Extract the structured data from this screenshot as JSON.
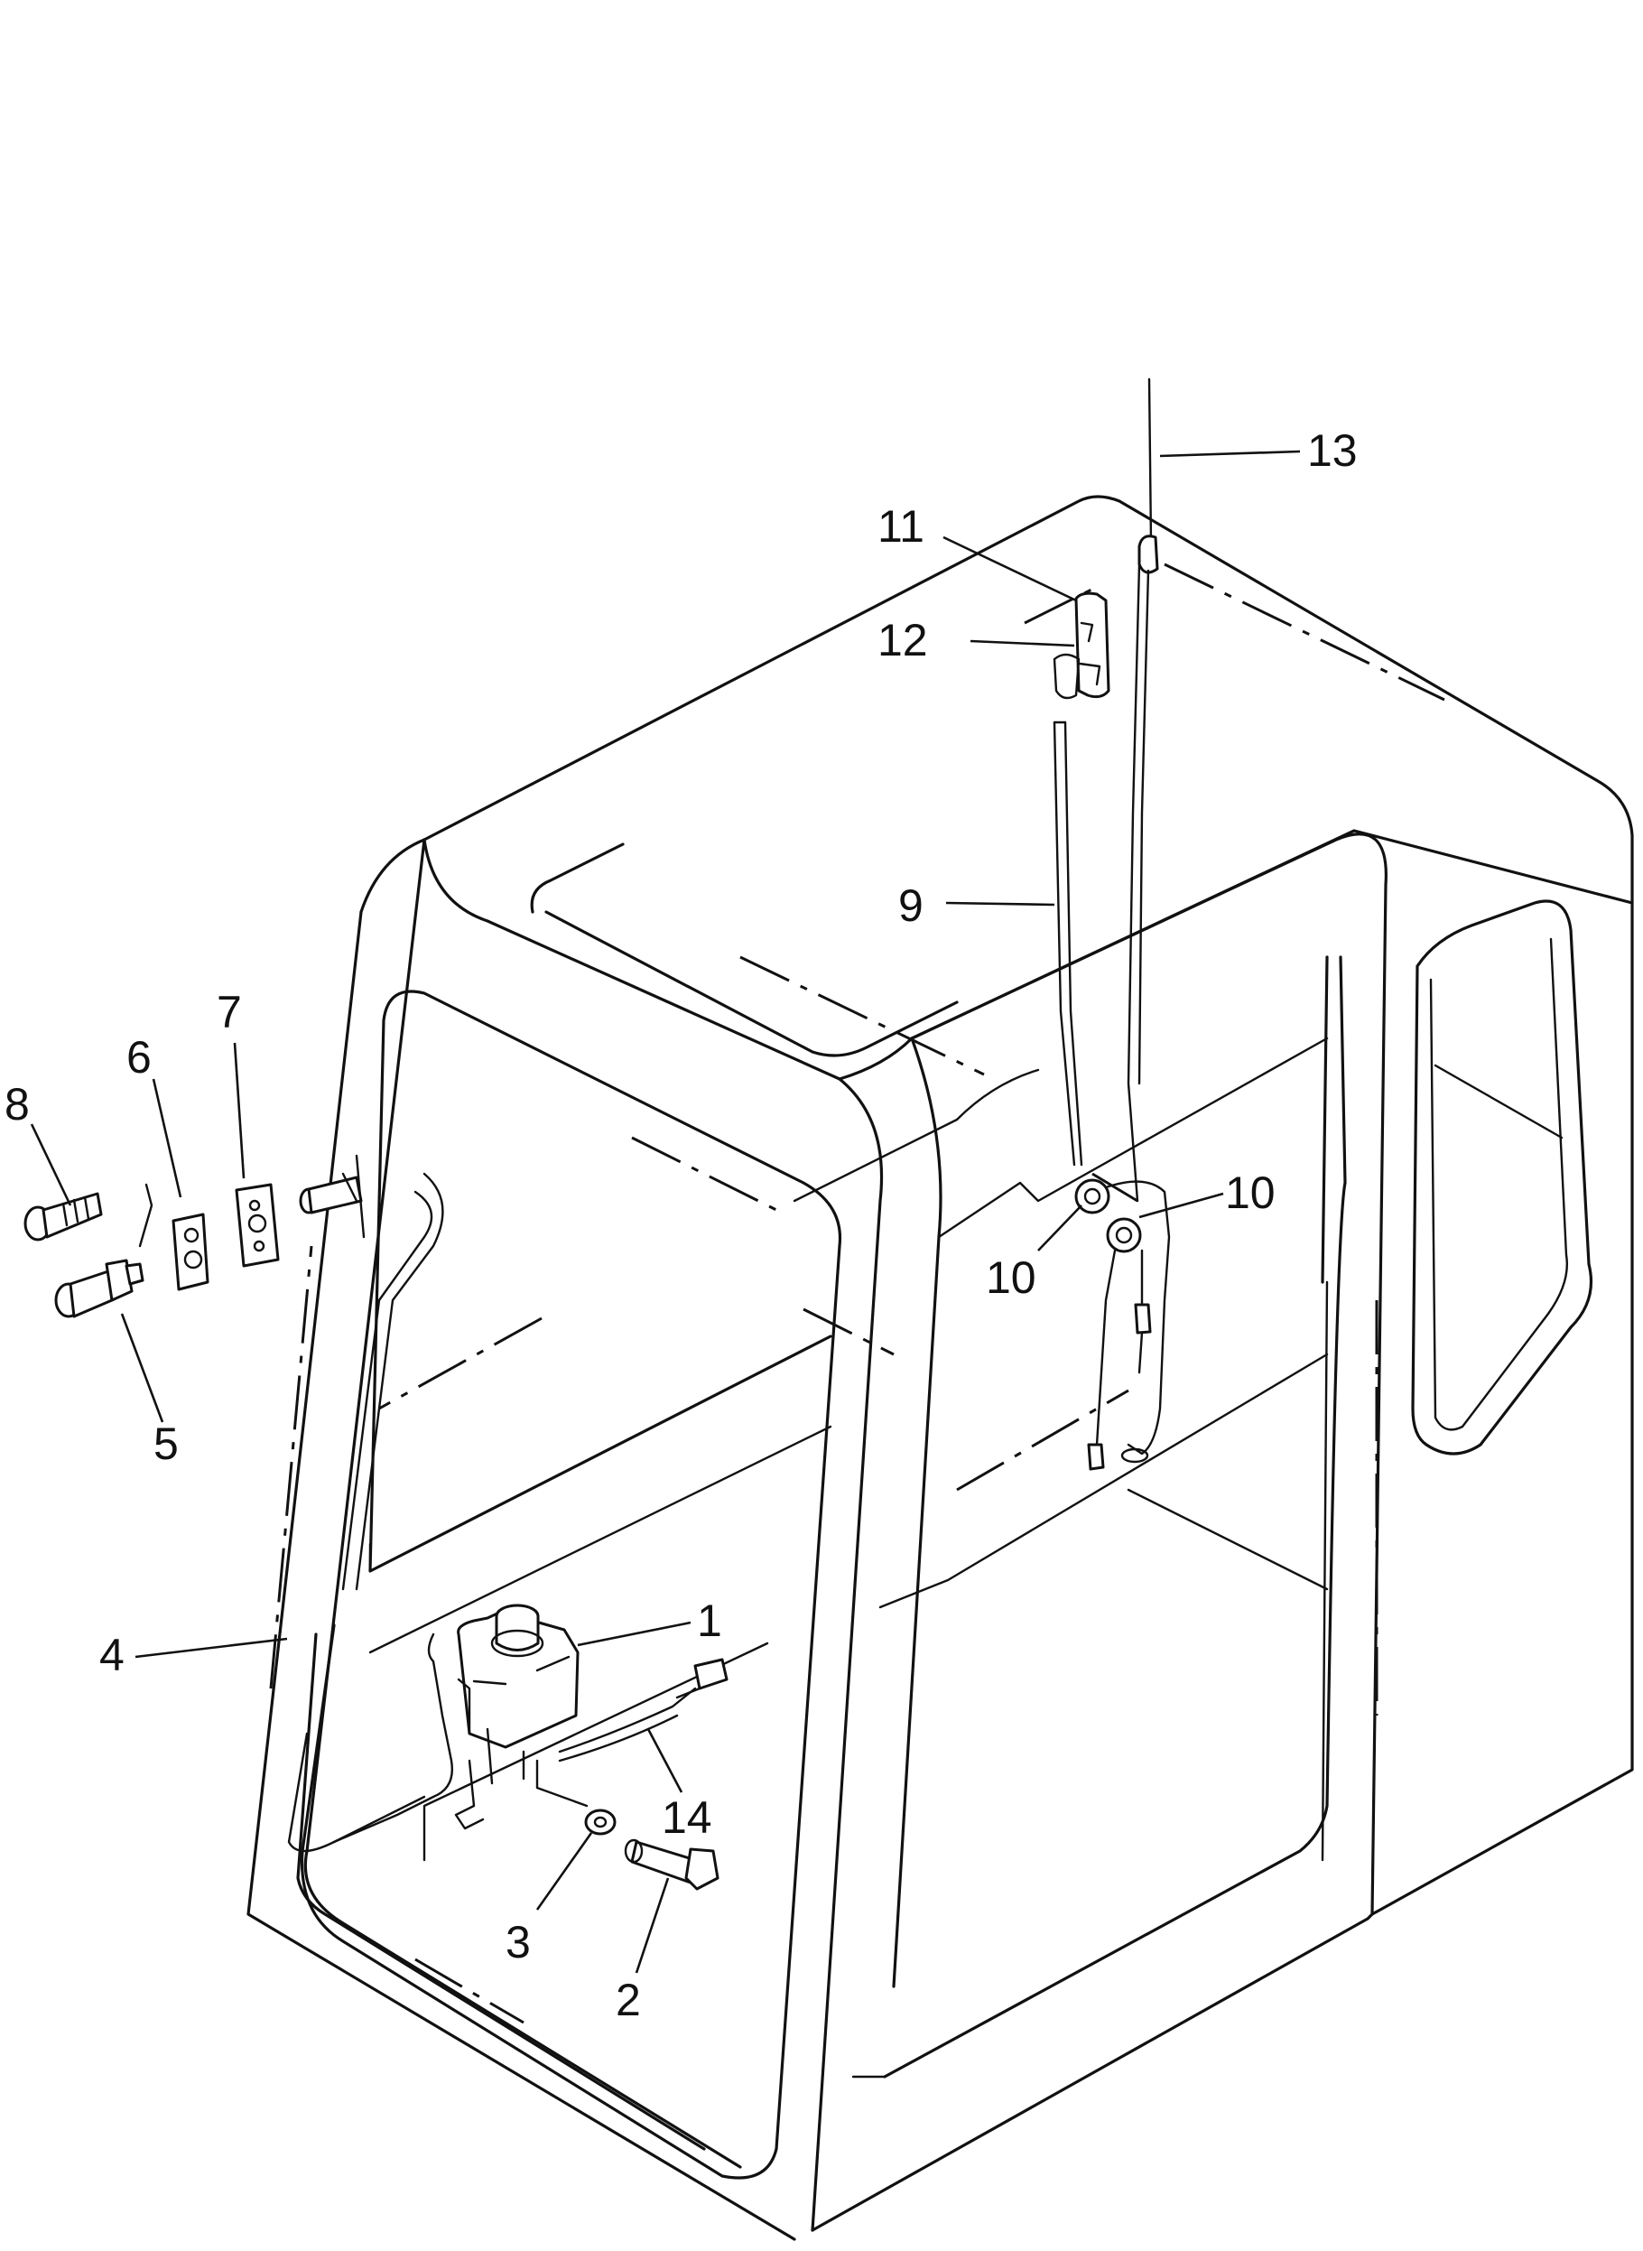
{
  "callouts": {
    "c1": "1",
    "c2": "2",
    "c3": "3",
    "c4": "4",
    "c5": "5",
    "c6": "6",
    "c7": "7",
    "c8": "8",
    "c9": "9",
    "c10a": "10",
    "c10b": "10",
    "c11": "11",
    "c12": "12",
    "c13": "13",
    "c14": "14"
  },
  "colors": {
    "line": "#111111",
    "background": "#ffffff"
  }
}
